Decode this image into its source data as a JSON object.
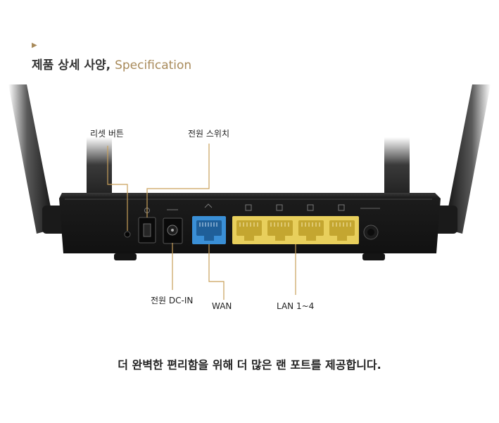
{
  "header": {
    "title_ko": "제품 상세 사양,",
    "title_en": "Specification"
  },
  "labels": {
    "reset": "리셋 버튼",
    "power_switch": "전원 스위치",
    "power_dc": "전원 DC-IN",
    "wan": "WAN",
    "lan": "LAN 1~4"
  },
  "caption": "더 완벽한 편리함을 위해 더 많은 랜 포트를 제공합니다.",
  "colors": {
    "accent": "#a88a5a",
    "wan_port": "#3a8fd6",
    "lan_port": "#e8cf5c",
    "router_body": "#1a1a1a",
    "callout_line": "#c9a05a"
  }
}
